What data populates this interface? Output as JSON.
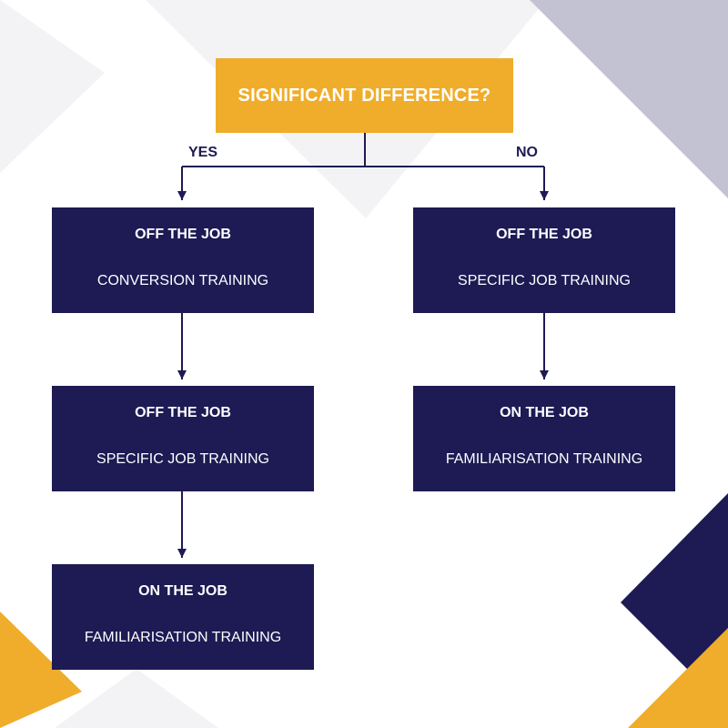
{
  "colors": {
    "decision_fill": "#efad2b",
    "node_fill": "#1d1a54",
    "connector": "#1d1a54",
    "accent_gray": "#c3c2d2",
    "light_gray": "#f3f3f6"
  },
  "decision": {
    "label": "SIGNIFICANT DIFFERENCE?"
  },
  "branches": {
    "yes": "YES",
    "no": "NO"
  },
  "yes_path": [
    {
      "head": "OFF THE JOB",
      "sub": "CONVERSION TRAINING"
    },
    {
      "head": "OFF THE JOB",
      "sub": "SPECIFIC JOB TRAINING"
    },
    {
      "head": "ON THE JOB",
      "sub": "FAMILIARISATION TRAINING"
    }
  ],
  "no_path": [
    {
      "head": "OFF THE JOB",
      "sub": "SPECIFIC JOB TRAINING"
    },
    {
      "head": "ON THE JOB",
      "sub": "FAMILIARISATION TRAINING"
    }
  ]
}
